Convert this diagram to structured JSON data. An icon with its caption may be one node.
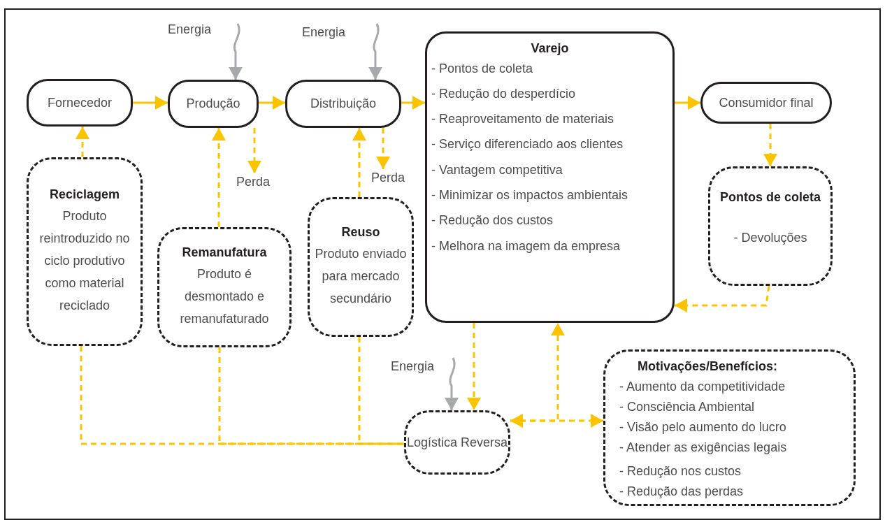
{
  "diagram": {
    "nodes": [
      {
        "text": [
          "Fornecedor"
        ]
      },
      {
        "text": [
          "Produção"
        ]
      },
      {
        "text": [
          "Distribuição"
        ]
      },
      {
        "text": [
          "Varejo",
          "- Pontos de coleta",
          "- Redução do desperdício",
          "- Reaproveitamento de materiais",
          "- Serviço diferenciado aos clientes",
          "- Vantagem competitiva",
          "- Minimizar os impactos ambientais",
          "- Redução dos custos",
          "- Melhora na imagem da empresa"
        ]
      },
      {
        "text": [
          "Consumidor final"
        ]
      },
      {
        "text": [
          "Reciclagem",
          "Produto reintroduzido no ciclo produtivo como material reciclado"
        ]
      },
      {
        "text": [
          "Remanufatura",
          "Produto é desmontado e remanufaturado"
        ]
      },
      {
        "text": [
          "Reuso",
          "Produto enviado para mercado secundário"
        ]
      },
      {
        "text": [
          "Pontos de coleta",
          "- Devoluções"
        ]
      },
      {
        "text": [
          "Logística Reversa"
        ]
      },
      {
        "text": [
          "Motivações/Benefícios:",
          "- Aumento da competitividade",
          "- Consciência Ambiental",
          "- Visão pelo aumento do lucro",
          "- Atender as exigências legais",
          "- Redução nos custos",
          "- Redução das perdas"
        ]
      },
      {
        "text": [
          "Perda"
        ]
      },
      {
        "text": [
          "Perda"
        ]
      }
    ],
    "edges": [
      {
        "from": 0,
        "to": 1,
        "arrow": "to"
      },
      {
        "from": 1,
        "to": 2,
        "arrow": "to"
      },
      {
        "from": 2,
        "to": 3,
        "arrow": "to"
      },
      {
        "from": 3,
        "to": 4,
        "arrow": "to"
      },
      {
        "from": 5,
        "to": 0,
        "arrow": "to",
        "style": "dashed"
      },
      {
        "from": 6,
        "to": 1,
        "arrow": "to",
        "style": "dashed"
      },
      {
        "from": 7,
        "to": 2,
        "arrow": "to",
        "style": "dashed"
      },
      {
        "from": 4,
        "to": 8,
        "arrow": "to",
        "style": "dashed"
      },
      {
        "from": 8,
        "to": 3,
        "arrow": "to",
        "style": "dashed"
      },
      {
        "from": 3,
        "to": 9,
        "arrow": "to",
        "style": "dashed"
      },
      {
        "from": 5,
        "to": 9,
        "arrow": "none",
        "style": "dashed"
      },
      {
        "from": 6,
        "to": 9,
        "arrow": "none",
        "style": "dashed"
      },
      {
        "from": 7,
        "to": 9,
        "arrow": "none",
        "style": "dashed"
      },
      {
        "from": 9,
        "to": 10,
        "arrow": "both",
        "style": "dashed"
      },
      {
        "from": 9,
        "to": 3,
        "arrow": "both",
        "style": "dashed"
      },
      {
        "from": 1,
        "to": 11,
        "arrow": "to",
        "style": "dashed"
      },
      {
        "from": 2,
        "to": 12,
        "arrow": "to",
        "style": "dashed"
      },
      {
        "from": null,
        "to": 1,
        "arrow": "to",
        "color": "#a7a9ac"
      },
      {
        "from": null,
        "to": 2,
        "arrow": "to",
        "color": "#a7a9ac"
      },
      {
        "from": null,
        "to": 9,
        "arrow": "to",
        "color": "#a7a9ac"
      }
    ],
    "labels": [
      "Energia",
      "Energia",
      "Energia"
    ]
  }
}
